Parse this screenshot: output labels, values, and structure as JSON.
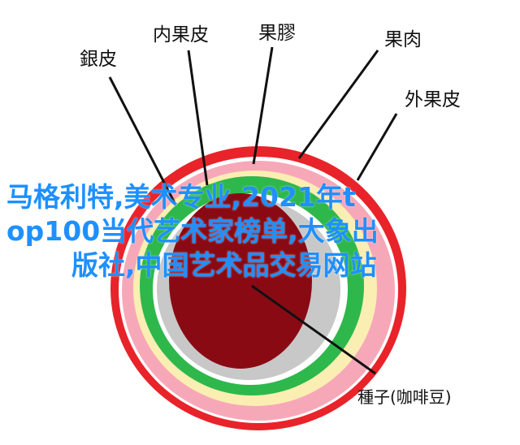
{
  "labels": {
    "silver_skin": "銀皮",
    "endocarp": "内果皮",
    "mucilage": "果膠",
    "pulp": "果肉",
    "exocarp": "外果皮",
    "seed": "種子(咖啡豆)"
  },
  "colors": {
    "exocarp": "#e8232a",
    "pulp": "#f7a8b8",
    "mucilage": "#fbeeb2",
    "endocarp": "#2eb84c",
    "silver_skin": "#c8c8c8",
    "seed": "#8a0a14",
    "leader_lines": "#111111",
    "overlay_text": "#1e90ff"
  },
  "overlay": {
    "line1": "马格利特,美术专业,2021年t",
    "line2": "op100当代艺术家榜单,大象出",
    "line3": "版社,中国艺术品交易网站"
  }
}
